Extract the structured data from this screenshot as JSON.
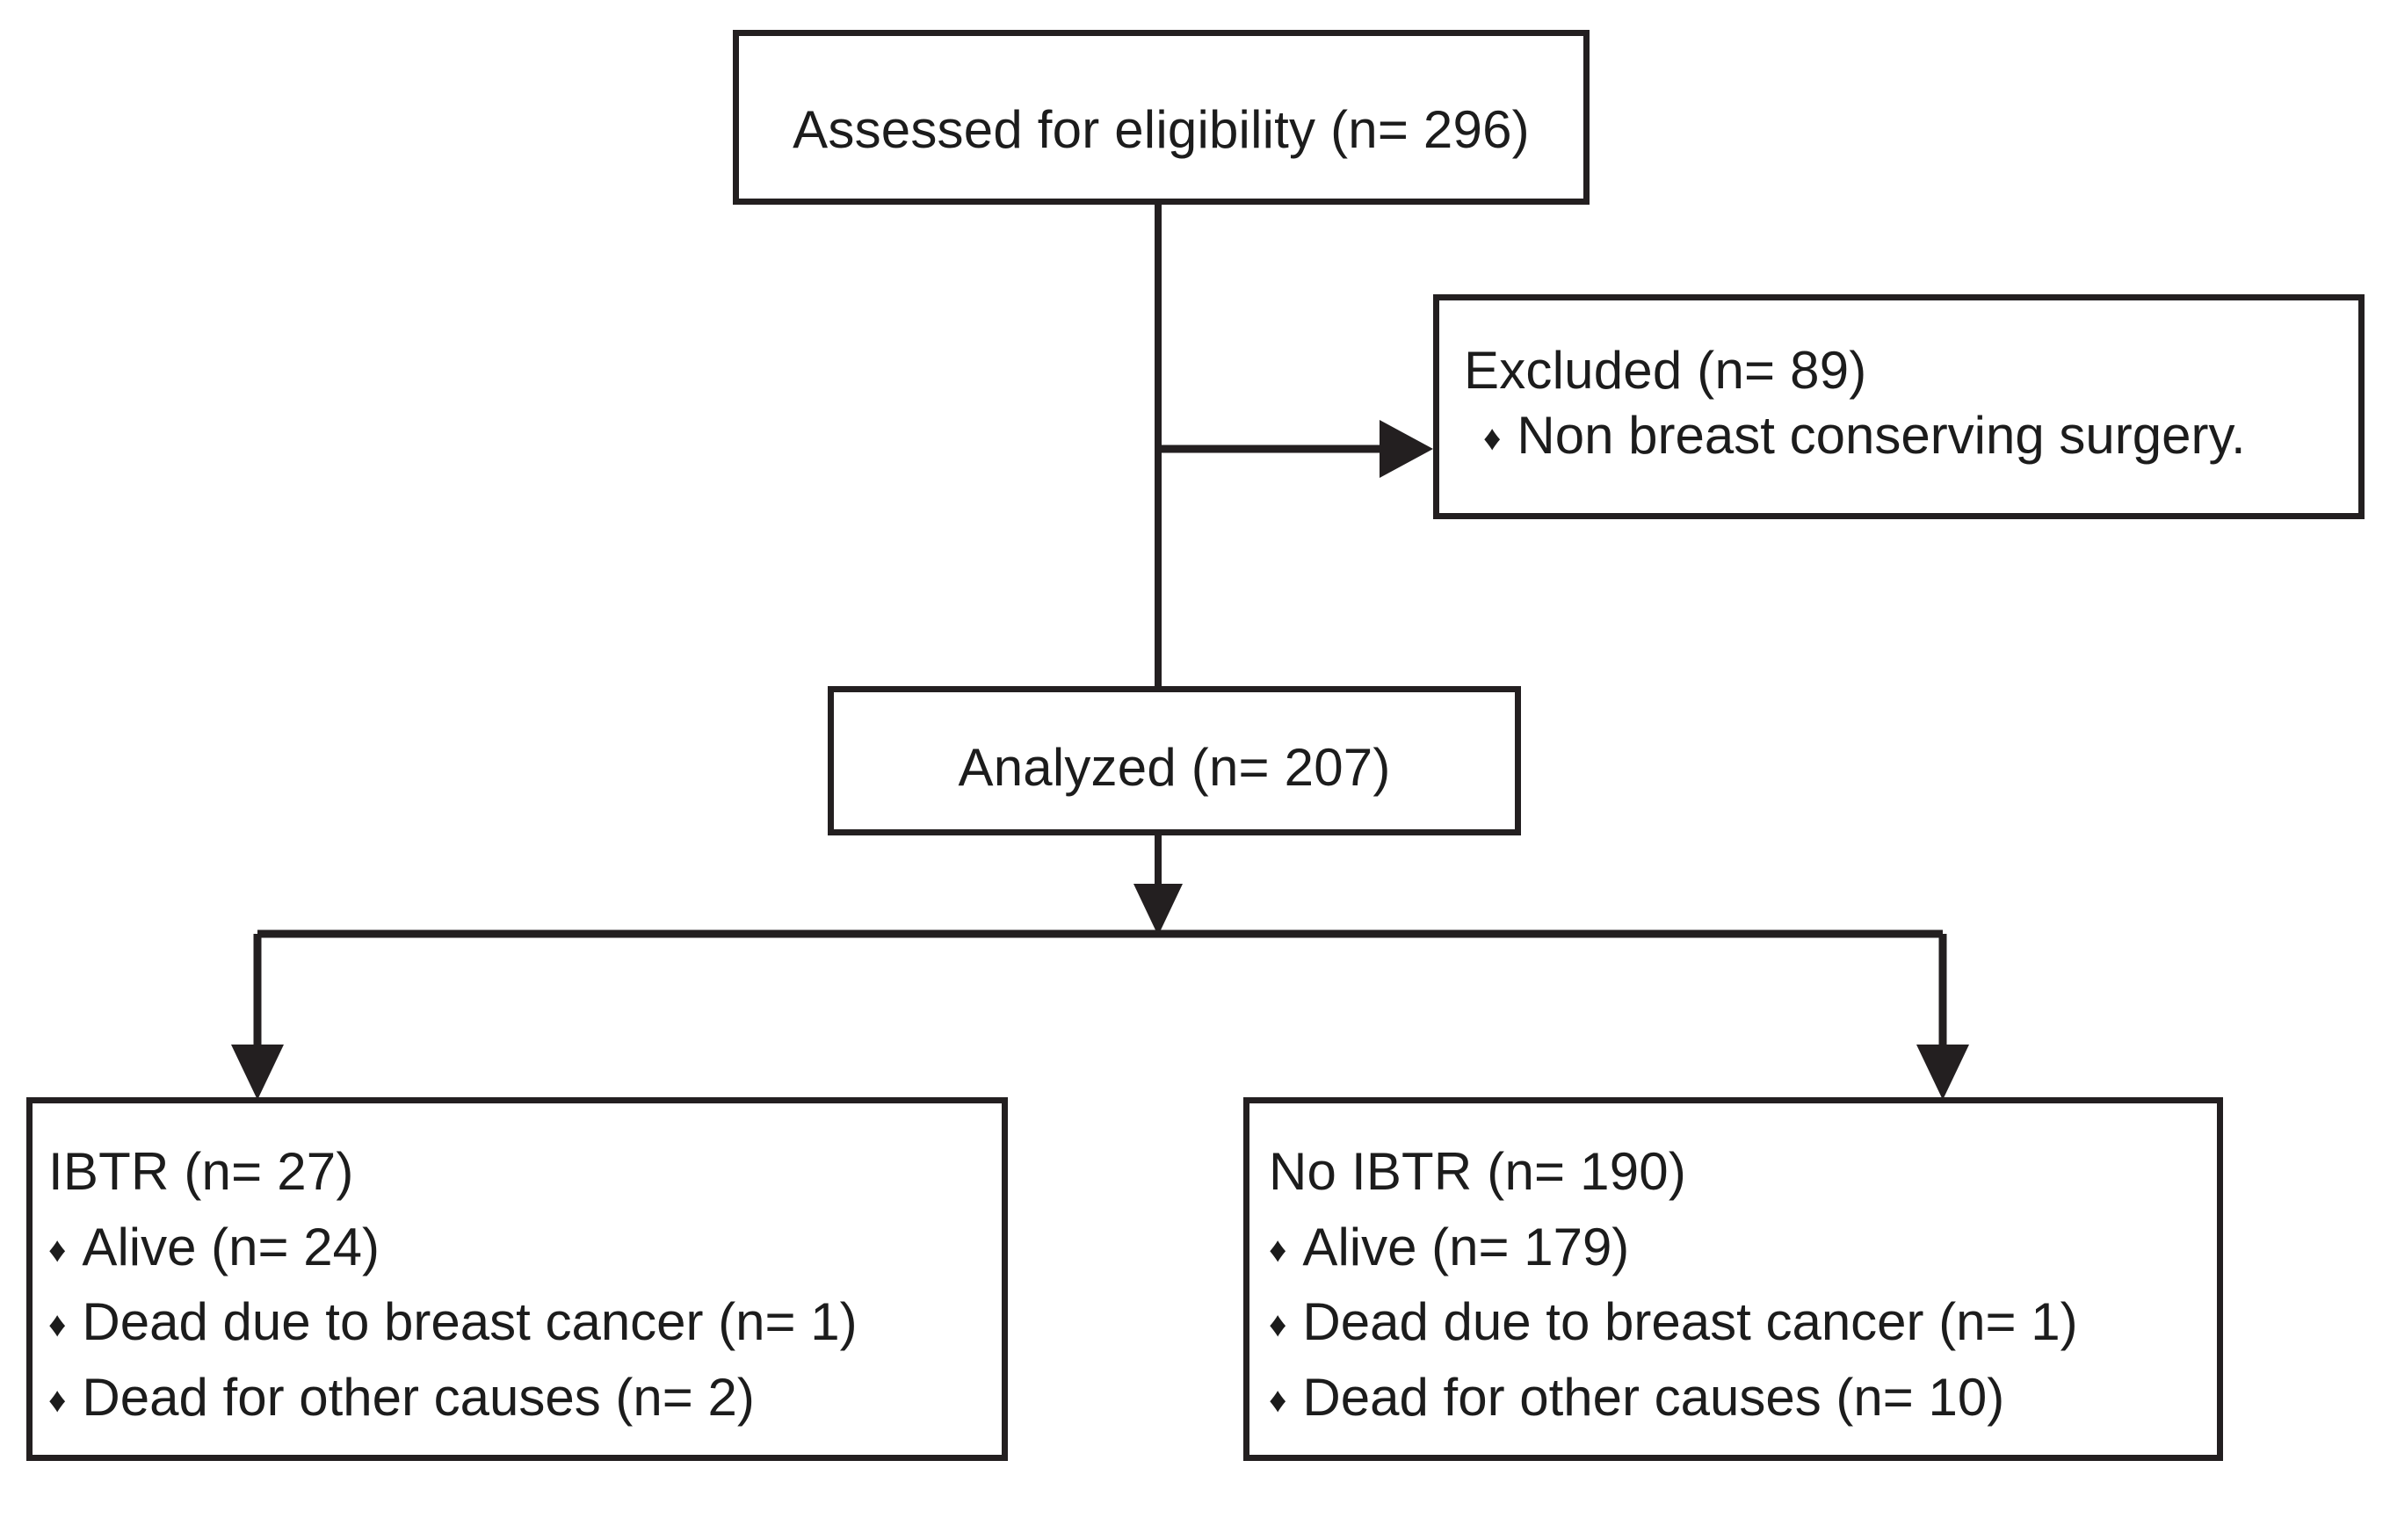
{
  "diagram": {
    "type": "flowchart",
    "title": "CONSORT-style patient flow diagram",
    "bullet_glyph": "♦",
    "line_color": "#231f20",
    "background_color": "#ffffff",
    "nodes": {
      "assessed": {
        "label": "Assessed for eligibility (n= 296)",
        "count": 296
      },
      "excluded": {
        "heading": "Excluded (n= 89)",
        "count": 89,
        "items": [
          {
            "label": "Non breast conserving surgery."
          }
        ]
      },
      "analyzed": {
        "label": "Analyzed (n= 207)",
        "count": 207
      },
      "ibtr": {
        "heading": "IBTR (n= 27)",
        "count": 27,
        "items": [
          {
            "label": "Alive (n= 24)"
          },
          {
            "label": "Dead due to breast cancer (n= 1)"
          },
          {
            "label": "Dead for other causes (n= 2)"
          }
        ]
      },
      "no_ibtr": {
        "heading": "No IBTR (n= 190)",
        "count": 190,
        "items": [
          {
            "label": "Alive (n= 179)"
          },
          {
            "label": "Dead due to breast cancer (n= 1)"
          },
          {
            "label": "Dead for other causes (n= 10)"
          }
        ]
      }
    },
    "edges": [
      {
        "from": "assessed",
        "to": "excluded",
        "arrow": "right"
      },
      {
        "from": "assessed",
        "to": "analyzed",
        "arrow": "down"
      },
      {
        "from": "analyzed",
        "to": "ibtr",
        "arrow": "down"
      },
      {
        "from": "analyzed",
        "to": "no_ibtr",
        "arrow": "down"
      }
    ]
  }
}
